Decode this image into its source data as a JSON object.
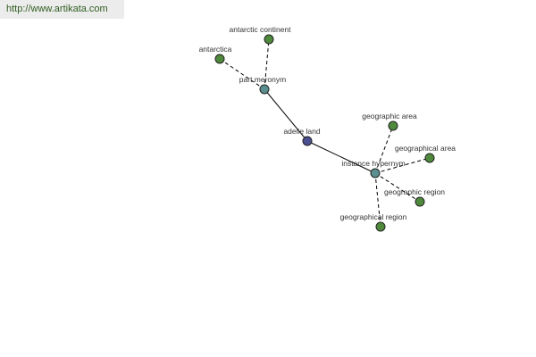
{
  "site_url": "http://www.artikata.com",
  "colors": {
    "root_node": "#4b4f8f",
    "relation_node": "#5b8f8f",
    "leaf_node": "#4f8a3c",
    "banner_bg": "#ececec",
    "banner_text": "#2e5d1f"
  },
  "nodes": {
    "root": {
      "label": "adelie land"
    },
    "part_meronym": {
      "label": "part meronym"
    },
    "instance_hypernym": {
      "label": "instance hypernym"
    },
    "antarctic_continent": {
      "label": "antarctic continent"
    },
    "antarctica": {
      "label": "antarctica"
    },
    "geographic_area": {
      "label": "geographic area"
    },
    "geographical_area": {
      "label": "geographical area"
    },
    "geographic_region": {
      "label": "geographic region"
    },
    "geographical_region": {
      "label": "geographical region"
    }
  }
}
